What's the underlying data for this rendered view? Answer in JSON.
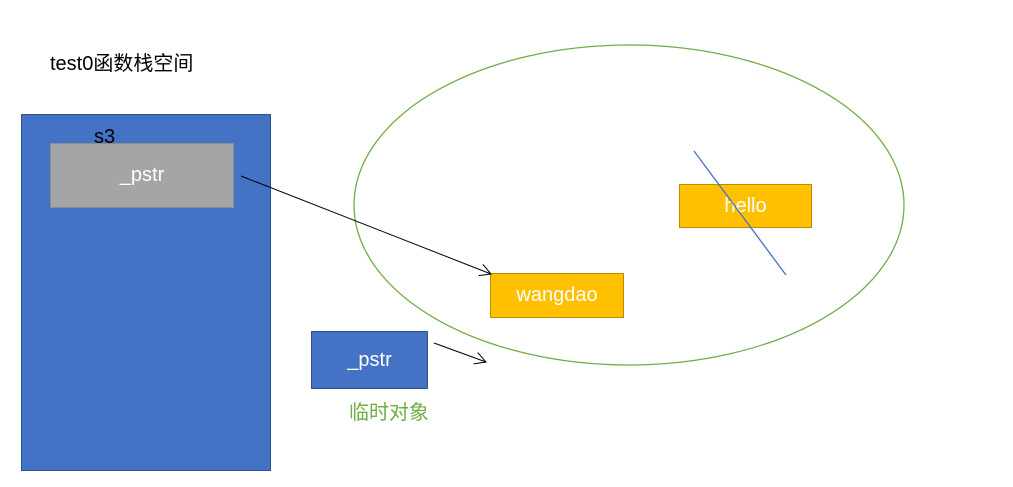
{
  "title": "test0函数栈空间",
  "stack": {
    "variable_label": "s3",
    "pointer_label": "_pstr"
  },
  "temp_object": {
    "pointer_label": "_pstr",
    "caption": "临时对象"
  },
  "heap": {
    "current_string": "wangdao",
    "old_string": "hello"
  },
  "colors": {
    "stack_fill": "#4472c4",
    "pointer_box_fill": "#a5a5a5",
    "temp_box_fill": "#4472c4",
    "string_box_fill": "#ffc000",
    "heap_outline": "#70ad47",
    "caption_text": "#70ad47",
    "strike_line": "#4472c4",
    "arrow": "#000000"
  }
}
